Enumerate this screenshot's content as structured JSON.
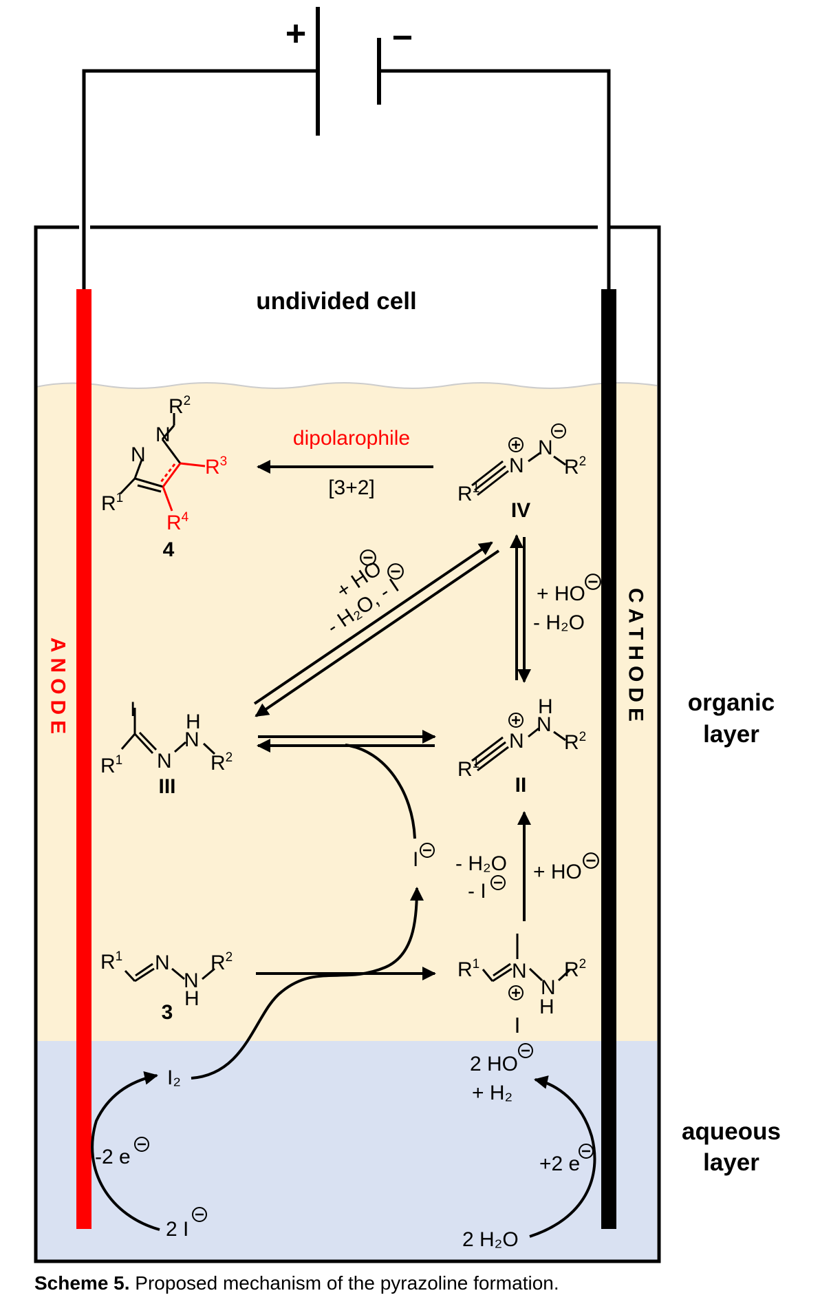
{
  "cell_label": "undivided cell",
  "anode_label": "ANODE",
  "cathode_label": "CATHODE",
  "organic_layer": [
    "organic",
    "layer"
  ],
  "aqueous_layer": [
    "aqueous",
    "layer"
  ],
  "battery": {
    "plus": "+",
    "minus": "−"
  },
  "compounds": {
    "c4": "4",
    "cIV": "IV",
    "cIII": "III",
    "cII": "II",
    "c3": "3"
  },
  "conditions": {
    "dipolarophile": "dipolarophile",
    "cycloaddition": "[3+2]",
    "diag_top": "+ HO",
    "diag_bottom": "- H₂O, - I",
    "right_top": "+ HO",
    "right_bottom": "- H₂O",
    "lower_left_1": "- H₂O",
    "lower_left_2": "- I",
    "lower_right": "+ HO",
    "iodide": "I",
    "iodine": "I₂",
    "anode_electrons": "-2 e",
    "cathode_electrons": "+2 e",
    "iodide_2": "2 I",
    "water": "2 H₂O",
    "hydroxide": "2 HO",
    "hydrogen": "+ H₂"
  },
  "caption": {
    "bold": "Scheme 5.",
    "text": " Proposed mechanism of the pyrazoline formation."
  },
  "colors": {
    "anode": "#ff0000",
    "cathode": "#000000",
    "organic": "#fdf1d4",
    "aqueous": "#d9e1f2",
    "highlight": "#ff0000"
  }
}
